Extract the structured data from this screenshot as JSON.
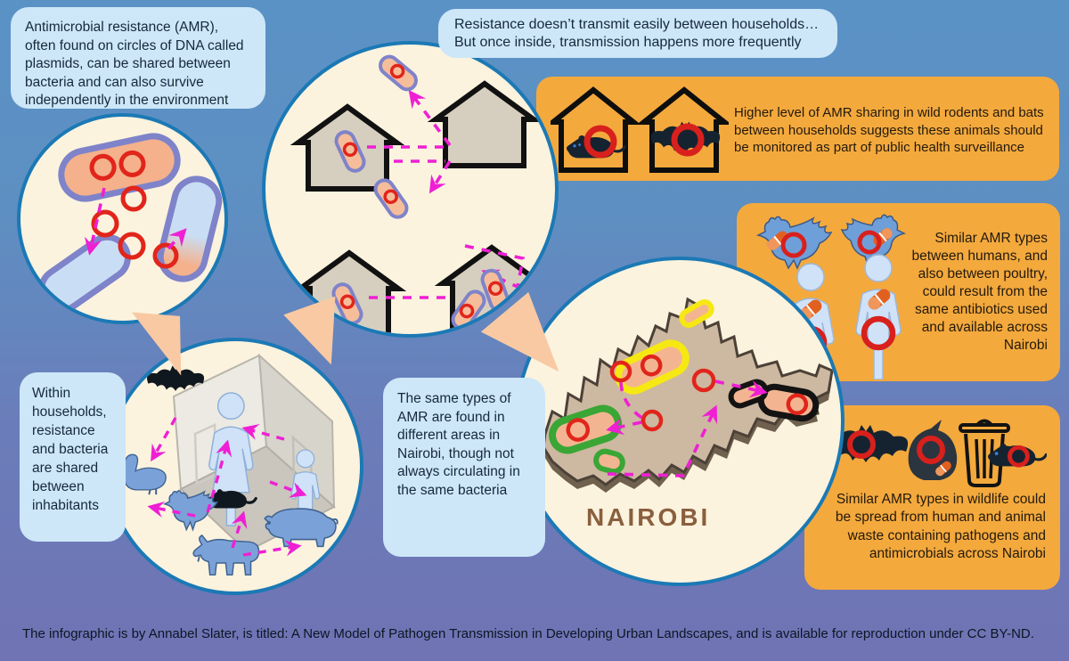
{
  "callouts": {
    "plasmids": {
      "text": "Antimicrobial resistance (AMR), often found on circles of DNA called plasmids, can be shared between bacteria and can also survive independently in the environment"
    },
    "transmission": {
      "line1": "Resistance doesn’t transmit easily between households…",
      "line2": "But once inside, transmission happens more frequently"
    },
    "within_households": {
      "text": "Within households, resistance and bacteria are shared between inhabitants"
    },
    "same_types": {
      "text": "The same types of AMR are found in different areas in Nairobi, though not always circulating in the same bacteria"
    }
  },
  "panels": {
    "rodents_bats": {
      "text": "Higher level of AMR sharing in wild rodents and bats between households suggests these animals should be monitored as part of public health surveillance",
      "icons": [
        "house-rat-icon",
        "house-bat-icon"
      ]
    },
    "poultry_humans": {
      "text": "Similar AMR types between humans, and also between poultry, could result from the same antibiotics used and available across Nairobi",
      "icons": [
        "rooster-icon",
        "hen-icon",
        "woman-icon",
        "man-icon",
        "pill-icon",
        "plasmid-ring-icon"
      ]
    },
    "wildlife_waste": {
      "text": "Similar AMR types in wildlife could be spread from human and animal waste containing pathogens and antimicrobials across Nairobi",
      "icons": [
        "bat-icon",
        "waste-bag-icon",
        "trash-can-icon",
        "rat-icon",
        "pill-icon",
        "plasmid-ring-icon"
      ]
    }
  },
  "circles": {
    "plasmids_circle": {
      "icons": [
        "bacterium-icon",
        "plasmid-ring-icon",
        "transfer-arrow-icon"
      ]
    },
    "houses_circle": {
      "icons": [
        "house-icon",
        "bacterium-icon",
        "transfer-arrow-icon"
      ]
    },
    "household_circle": {
      "icons": [
        "house-3d-icon",
        "woman-icon",
        "child-icon",
        "rat-icon",
        "bat-icon",
        "duck-icon",
        "rooster-icon",
        "goat-icon",
        "pig-icon",
        "transfer-arrow-icon"
      ]
    },
    "nairobi_circle": {
      "icons": [
        "nairobi-map-icon",
        "bacterium-icon",
        "plasmid-ring-icon",
        "transfer-arrow-icon"
      ]
    }
  },
  "map": {
    "label": "NAIROBI"
  },
  "caption": {
    "text": "The infographic is by Annabel Slater, is titled: A New Model of Pathogen Transmission in Developing Urban Landscapes, and is available for reproduction under CC BY-ND."
  },
  "colors": {
    "background_top": "#5a92c6",
    "background_bottom": "#7073b4",
    "callout_blue": "#cde7f8",
    "panel_orange": "#f4a93d",
    "circle_cream": "#fbf3de",
    "circle_border_blue": "#1b79b5",
    "arrow_magenta": "#ef1fd4",
    "plasmid_red": "#e1251b",
    "bacteria_peach": "#f4b18c",
    "bacteria_outline_purple": "#7f83c9",
    "bacteria_blue": "#c9def5",
    "house_tan": "#d6cfbf",
    "map_tan": "#cdb8a1",
    "nairobi_label_brown": "#8a5f3e",
    "animal_blue": "#7aa2d8",
    "human_pale_blue": "#cfe2f8",
    "silhouette_black": "#152330",
    "area_yellow": "#f6e813",
    "area_green": "#3aa635",
    "pill_orange": "#e8702a",
    "connector_peach": "#f8c9a3"
  }
}
